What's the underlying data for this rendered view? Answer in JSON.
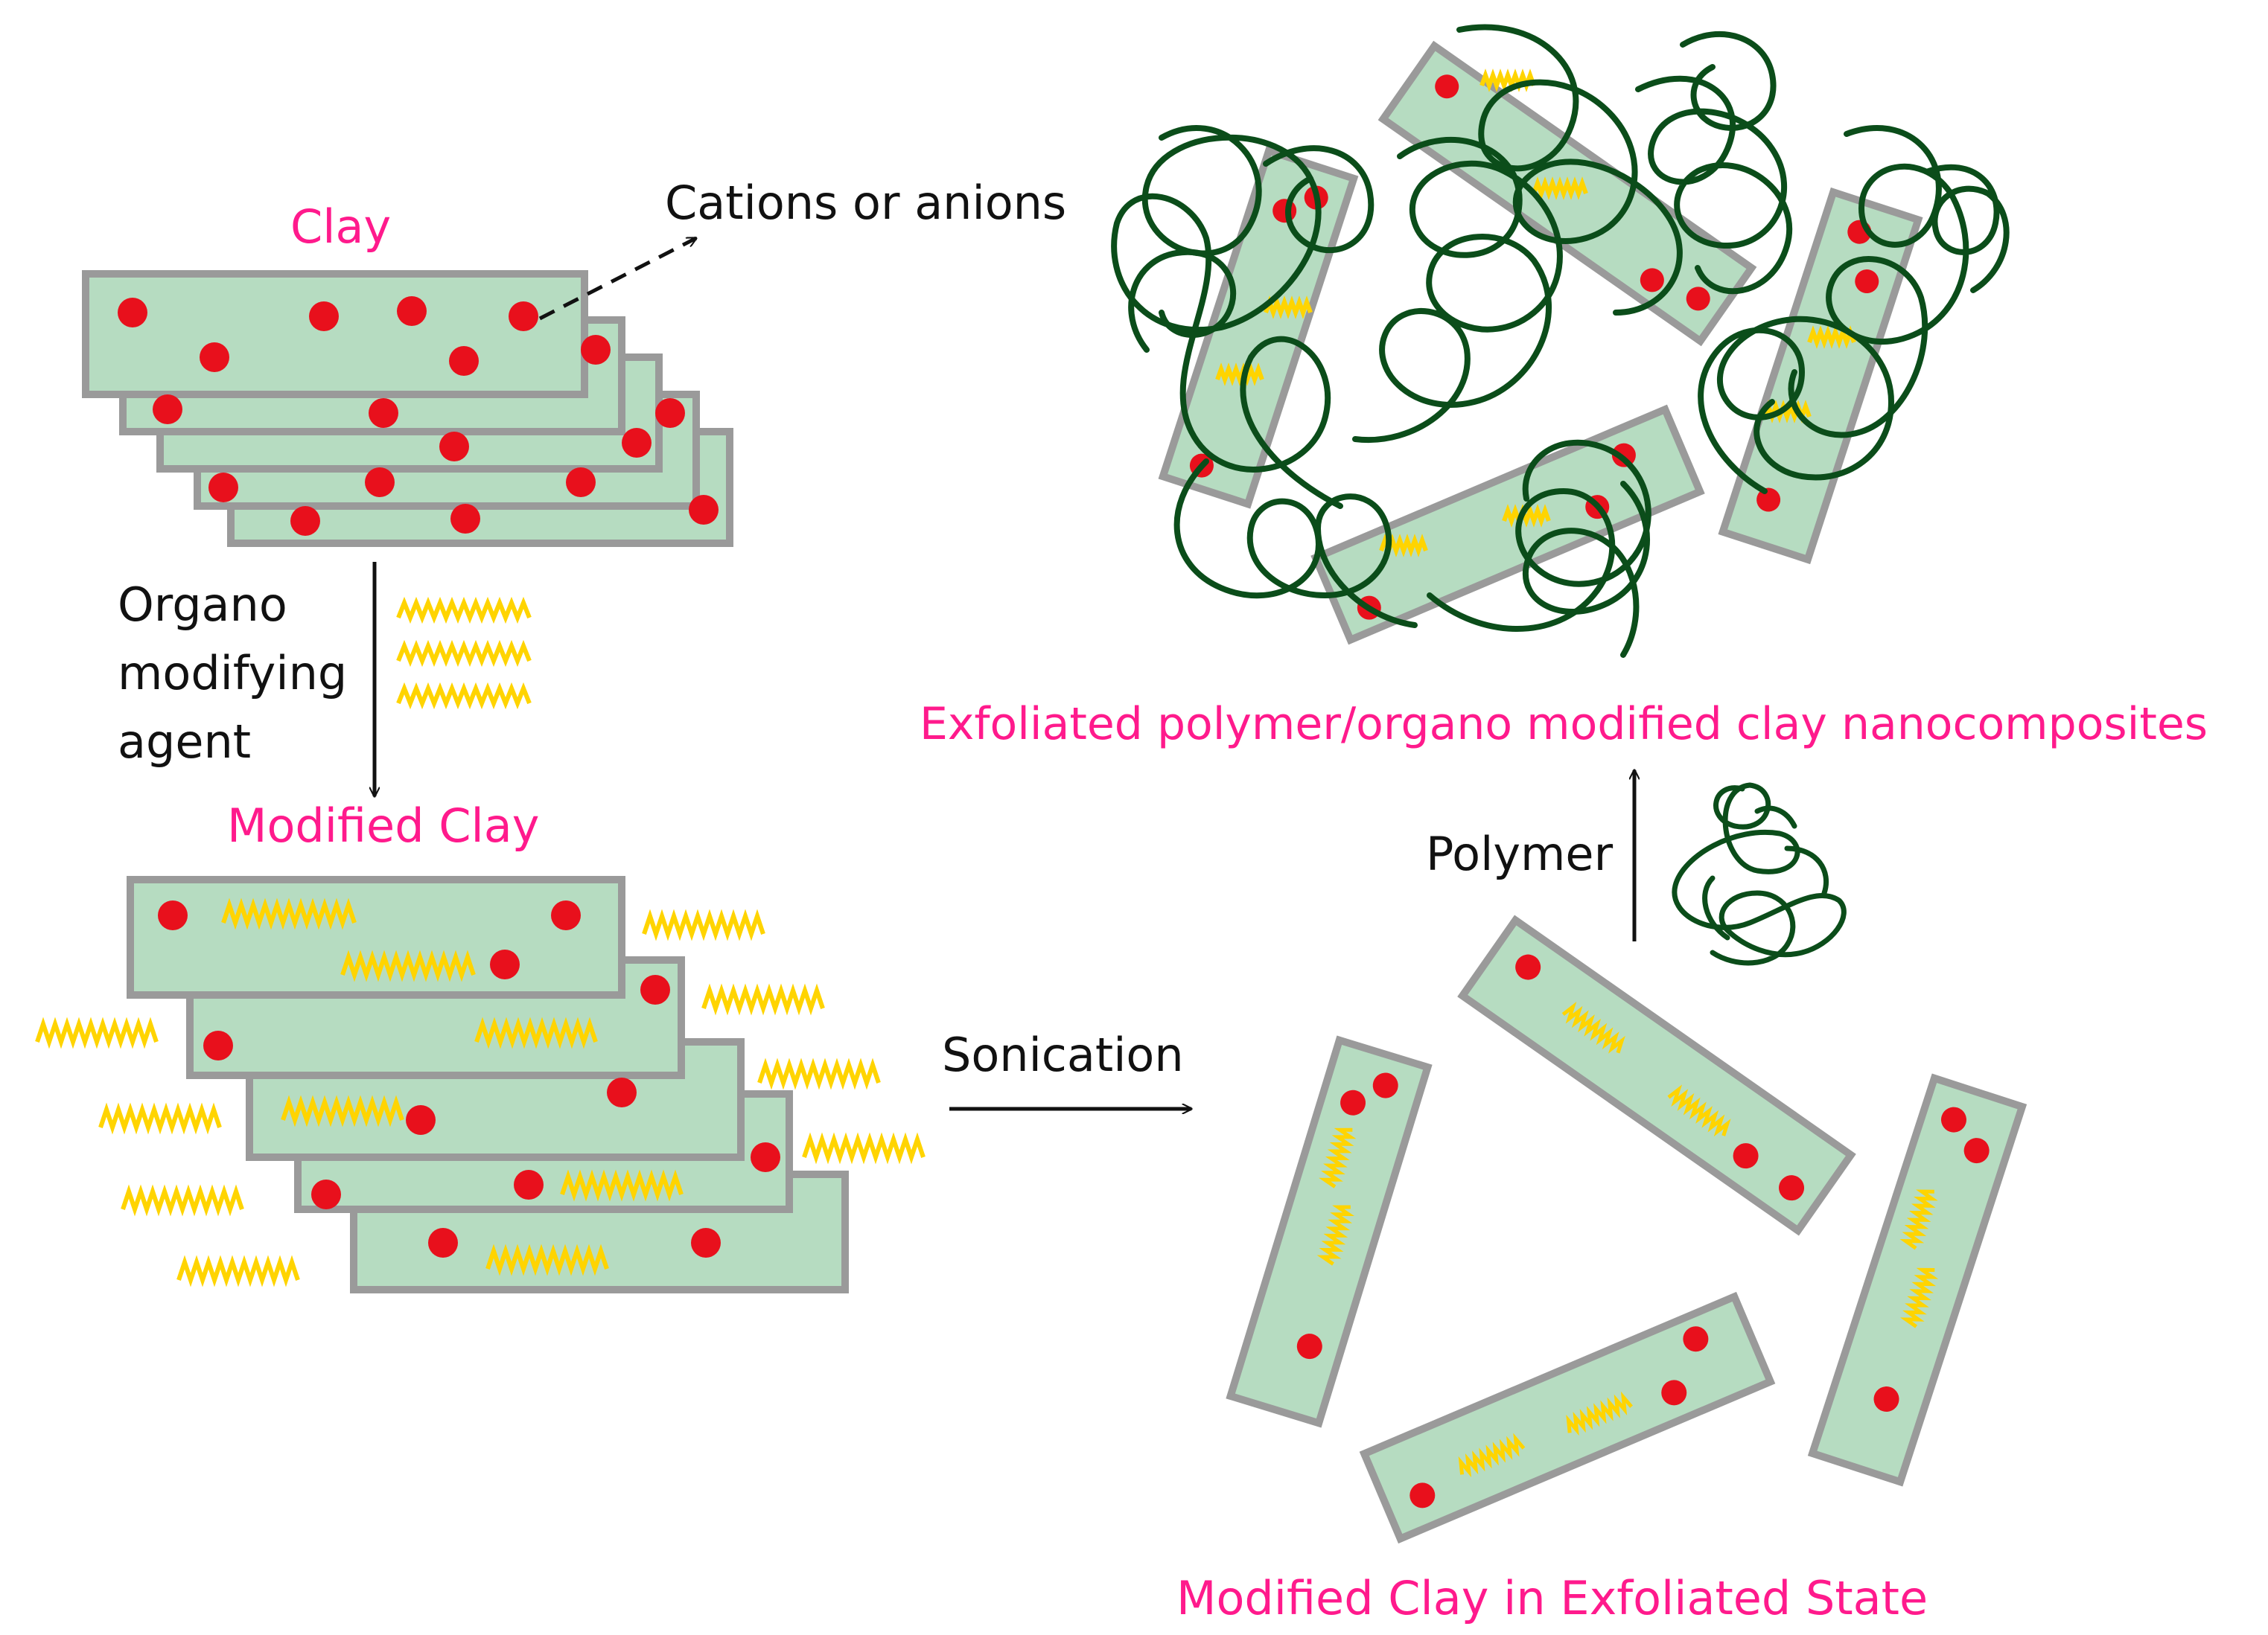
{
  "labels": {
    "clay": "Clay",
    "cations": "Cations or anions",
    "organo": [
      "Organo",
      "modifying",
      "agent"
    ],
    "modified_clay": "Modified Clay",
    "sonication": "Sonication",
    "exfoliated_state": "Modified Clay in Exfoliated State",
    "polymer": "Polymer",
    "nanocomposite": "Exfoliated polymer/organo modified clay nanocomposites"
  },
  "colors": {
    "platelet_fill": "#b6dcc1",
    "platelet_border": "#9a9a9a",
    "cation": "#e8101c",
    "modifier": "#ffd400",
    "polymer": "#0b4d1a",
    "label_pink": "#ff1a8c",
    "arrow": "#111111"
  }
}
